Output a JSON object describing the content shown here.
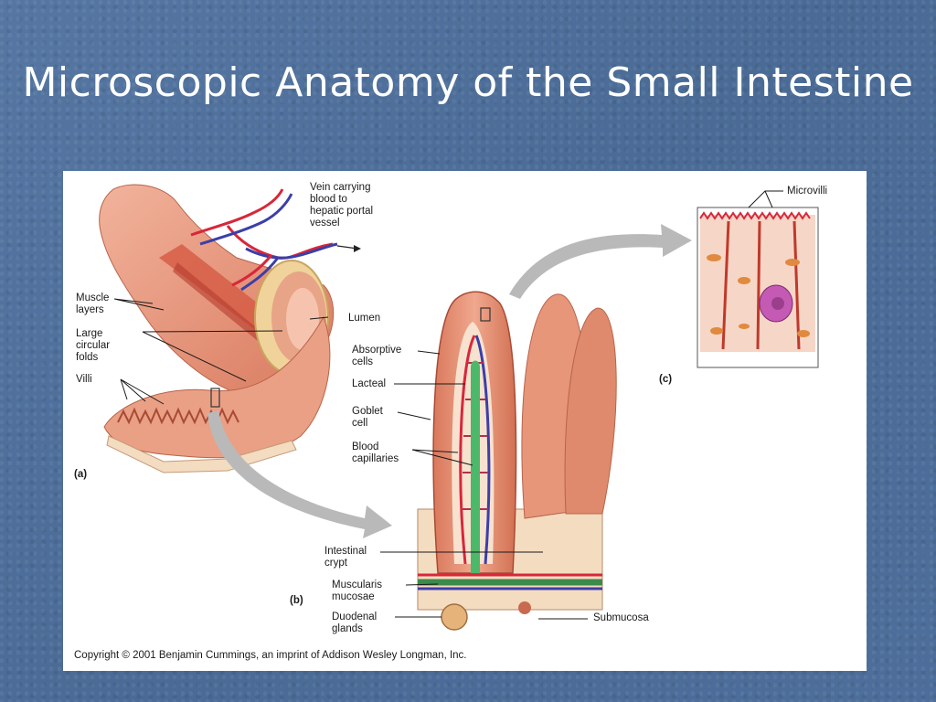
{
  "slide": {
    "title": "Microscopic Anatomy of the Small Intestine"
  },
  "figure": {
    "labels": {
      "vein": "Vein carrying\nblood to\nhepatic portal\nvessel",
      "microvilli": "Microvilli",
      "muscle_layers": "Muscle\nlayers",
      "lumen": "Lumen",
      "large_circular_folds": "Large\ncircular\nfolds",
      "absorptive_cells": "Absorptive\ncells",
      "villi": "Villi",
      "lacteal": "Lacteal",
      "goblet_cell": "Goblet\ncell",
      "blood_capillaries": "Blood\ncapillaries",
      "intestinal_crypt": "Intestinal\ncrypt",
      "muscularis_mucosae": "Muscularis\nmucosae",
      "duodenal_glands": "Duodenal\nglands",
      "submucosa": "Submucosa",
      "panel_a": "(a)",
      "panel_b": "(b)",
      "panel_c": "(c)"
    },
    "copyright": "Copyright © 2001 Benjamin Cummings, an imprint of Addison Wesley Longman, Inc."
  },
  "colors": {
    "background": "#4f709b",
    "tissue": "#e7967a",
    "tissue_dark": "#c96a50",
    "artery": "#d8273a",
    "vein": "#3b3fa8",
    "lacteal": "#4cb86a",
    "arrow": "#b9b9b9"
  }
}
